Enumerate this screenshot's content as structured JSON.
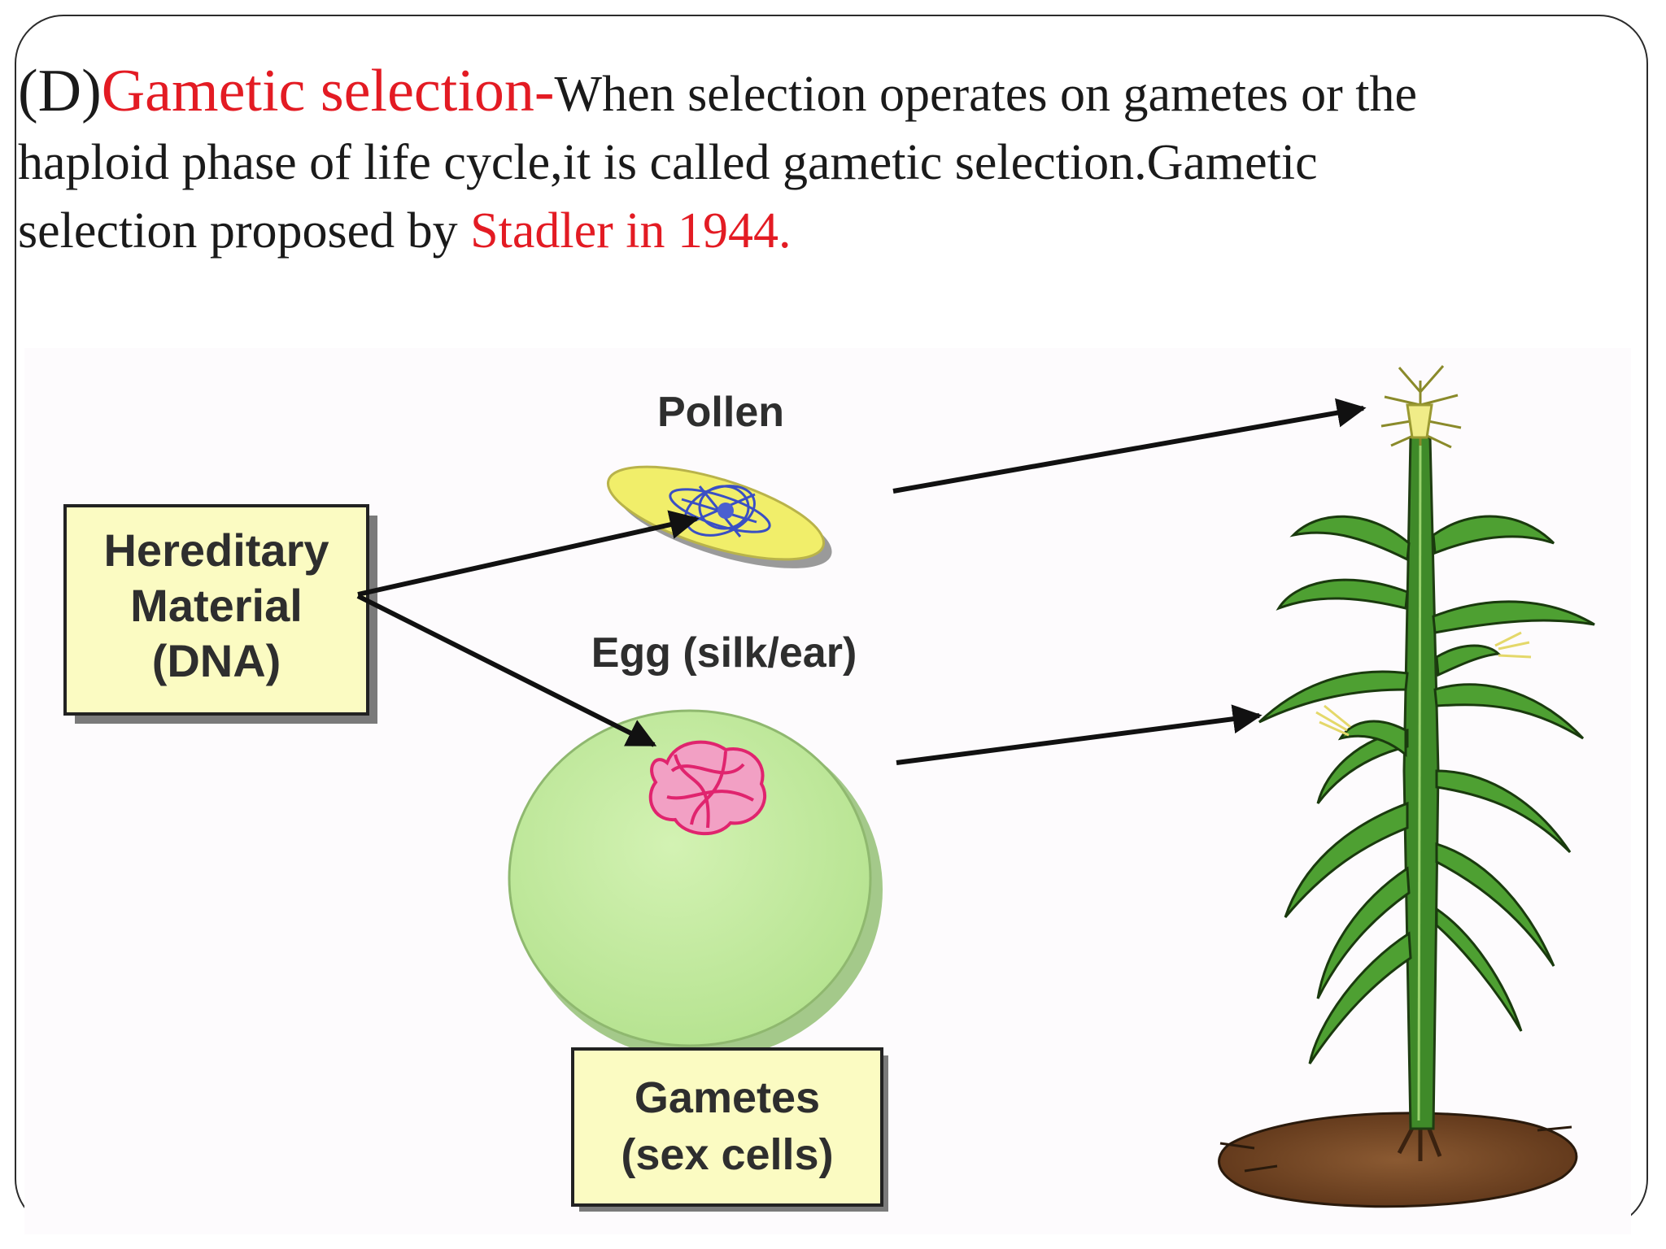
{
  "heading": {
    "prefix": "(D)",
    "term": "Gametic selection-",
    "line1_rest": "When selection operates on gametes or the",
    "line2": "haploid phase of life cycle,it is called gametic selection.Gametic",
    "line3_prefix": "selection proposed by ",
    "line3_highlight": "Stadler in 1944."
  },
  "diagram": {
    "hereditary_line1": "Hereditary",
    "hereditary_line2": "Material",
    "hereditary_line3": "(DNA)",
    "pollen_label": "Pollen",
    "egg_label": "Egg (silk/ear)",
    "gametes_line1": "Gametes",
    "gametes_line2": "(sex cells)"
  },
  "colors": {
    "accent_red": "#e31b23",
    "label_box": "#fbfbc2",
    "pollen_fill": "#f1ee6a",
    "egg_fill": "#c6eda0",
    "leaf_green": "#4ea032",
    "soil": "#7a4a26"
  },
  "icons": [
    "corn-plant-illustration",
    "dna-chromatin-icon"
  ]
}
